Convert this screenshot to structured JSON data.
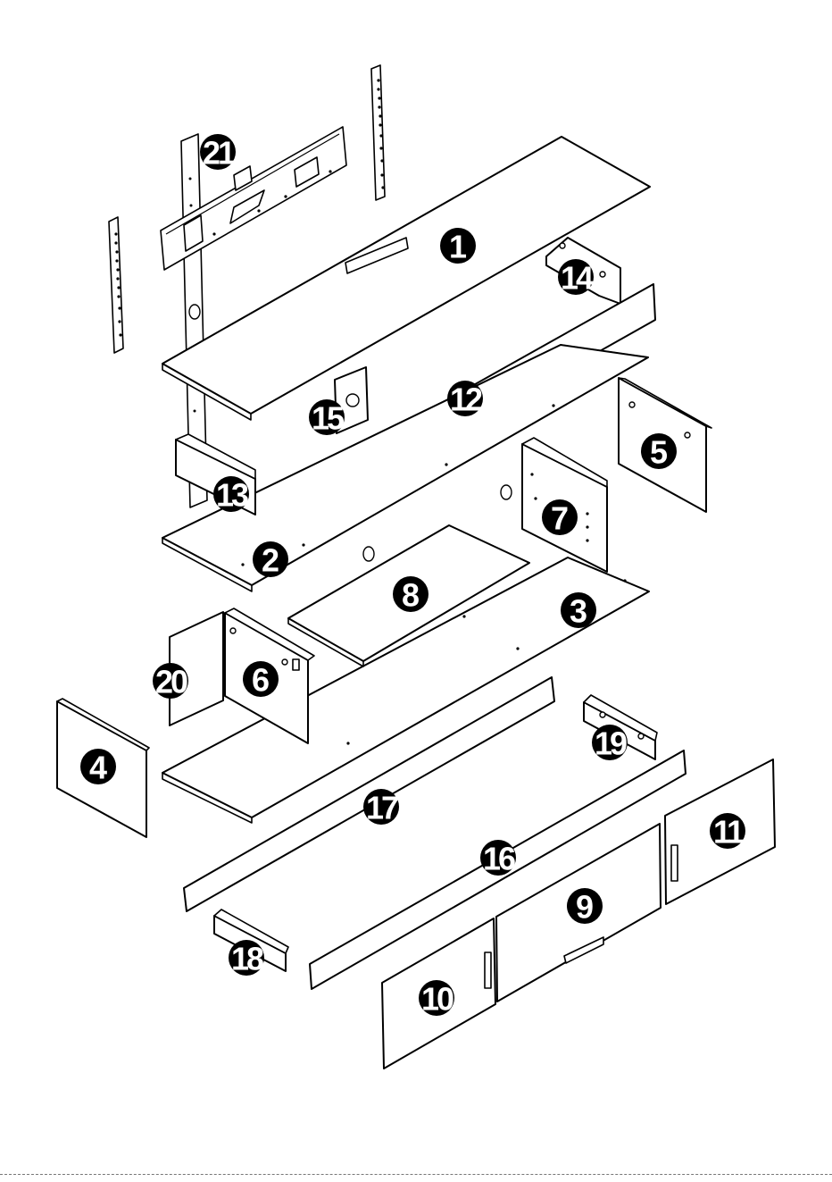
{
  "diagram": {
    "parts": [
      {
        "id": "part-1",
        "label": "1"
      },
      {
        "id": "part-2",
        "label": "2"
      },
      {
        "id": "part-3",
        "label": "3"
      },
      {
        "id": "part-4",
        "label": "4"
      },
      {
        "id": "part-5",
        "label": "5"
      },
      {
        "id": "part-6",
        "label": "6"
      },
      {
        "id": "part-7",
        "label": "7"
      },
      {
        "id": "part-8",
        "label": "8"
      },
      {
        "id": "part-9",
        "label": "9"
      },
      {
        "id": "part-10",
        "label": "10"
      },
      {
        "id": "part-11",
        "label": "11"
      },
      {
        "id": "part-12",
        "label": "12"
      },
      {
        "id": "part-13",
        "label": "13"
      },
      {
        "id": "part-14",
        "label": "14"
      },
      {
        "id": "part-15",
        "label": "15"
      },
      {
        "id": "part-16",
        "label": "16"
      },
      {
        "id": "part-17",
        "label": "17"
      },
      {
        "id": "part-18",
        "label": "18"
      },
      {
        "id": "part-19",
        "label": "19"
      },
      {
        "id": "part-20",
        "label": "20"
      },
      {
        "id": "part-21",
        "label": "21"
      }
    ],
    "colors": {
      "line": "#000000",
      "panel": "#ffffff",
      "badge": "#000000",
      "badge_text": "#ffffff"
    }
  }
}
